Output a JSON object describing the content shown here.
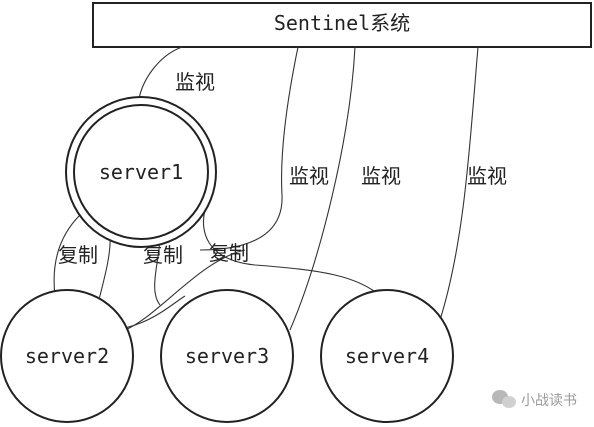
{
  "sentinel_box": {
    "label": "Sentinel系统"
  },
  "nodes": [
    {
      "id": "server1",
      "label": "server1"
    },
    {
      "id": "server2",
      "label": "server2"
    },
    {
      "id": "server3",
      "label": "server3"
    },
    {
      "id": "server4",
      "label": "server4"
    }
  ],
  "edge_labels": {
    "monitor": "监视",
    "replicate": "复制"
  },
  "watermark": {
    "text": "小战读书"
  }
}
